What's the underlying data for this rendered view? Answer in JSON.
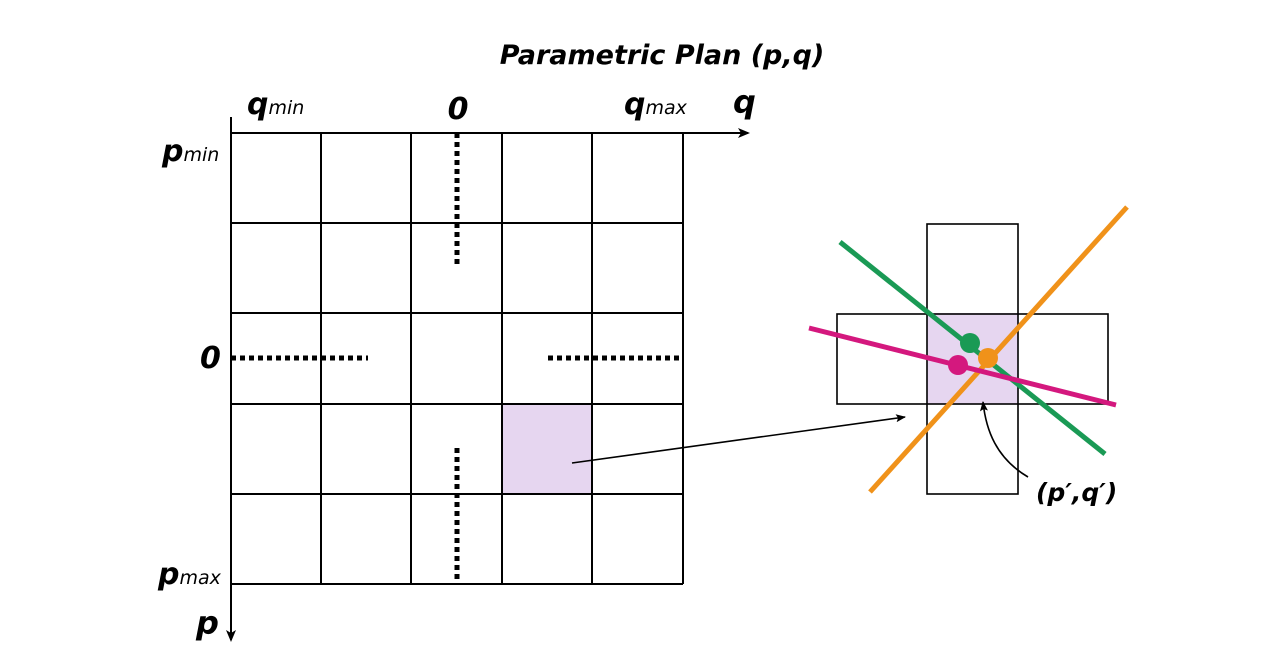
{
  "title": "Parametric Plan (p,q)",
  "axes": {
    "q_label": "q",
    "p_label": "p",
    "q_min": {
      "base": "q",
      "sub": "min"
    },
    "q_max": {
      "base": "q",
      "sub": "max"
    },
    "p_min": {
      "base": "p",
      "sub": "min"
    },
    "p_max": {
      "base": "p",
      "sub": "max"
    },
    "q_zero": "0",
    "p_zero": "0"
  },
  "grid": {
    "rows": 5,
    "cols": 5,
    "highlighted_cell": {
      "row": 3,
      "col": 3
    }
  },
  "inset": {
    "intersection_label": "(p′,q′)",
    "lines": [
      {
        "name": "green",
        "color": "#1a9a55"
      },
      {
        "name": "orange",
        "color": "#f0921a"
      },
      {
        "name": "magenta",
        "color": "#d4187e"
      }
    ]
  },
  "colors": {
    "highlight": "#e6d6f0",
    "green": "#1a9a55",
    "orange": "#f0921a",
    "magenta": "#d4187e",
    "line": "#000000"
  }
}
